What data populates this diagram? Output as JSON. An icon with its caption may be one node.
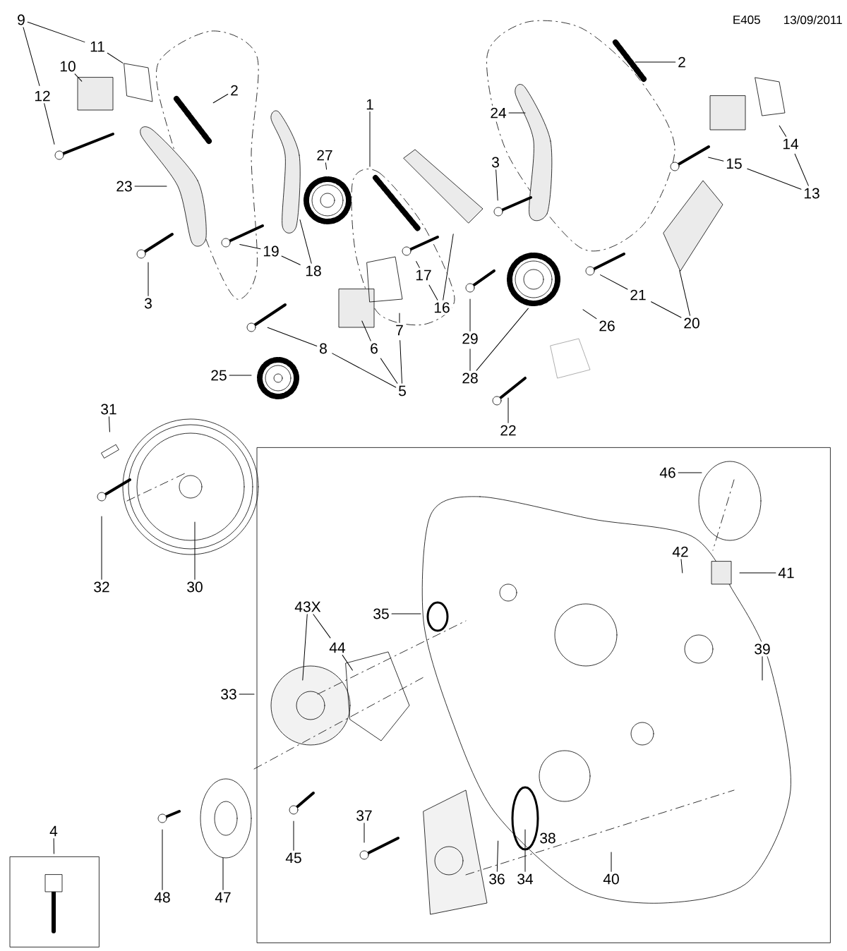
{
  "diagram": {
    "nodes": [
      {
        "text": [
          "9"
        ]
      },
      {
        "text": [
          "11"
        ]
      },
      {
        "text": [
          "10"
        ]
      },
      {
        "text": [
          "12"
        ]
      },
      {
        "text": [
          "2"
        ]
      },
      {
        "text": [
          "23"
        ]
      },
      {
        "text": [
          "3"
        ]
      },
      {
        "text": [
          "19"
        ]
      },
      {
        "text": [
          "18"
        ]
      },
      {
        "text": [
          "27"
        ]
      },
      {
        "text": [
          "1"
        ]
      },
      {
        "text": [
          "8"
        ]
      },
      {
        "text": [
          "6"
        ]
      },
      {
        "text": [
          "7"
        ]
      },
      {
        "text": [
          "5"
        ]
      },
      {
        "text": [
          "25"
        ]
      },
      {
        "text": [
          "31"
        ]
      },
      {
        "text": [
          "32"
        ]
      },
      {
        "text": [
          "30"
        ]
      },
      {
        "text": [
          "2"
        ]
      },
      {
        "text": [
          "24"
        ]
      },
      {
        "text": [
          "3"
        ]
      },
      {
        "text": [
          "14"
        ]
      },
      {
        "text": [
          "15"
        ]
      },
      {
        "text": [
          "13"
        ]
      },
      {
        "text": [
          "17"
        ]
      },
      {
        "text": [
          "16"
        ]
      },
      {
        "text": [
          "29"
        ]
      },
      {
        "text": [
          "28"
        ]
      },
      {
        "text": [
          "26"
        ]
      },
      {
        "text": [
          "21"
        ]
      },
      {
        "text": [
          "20"
        ]
      },
      {
        "text": [
          "22"
        ]
      },
      {
        "text": [],
        "shape": "box"
      },
      {
        "text": [
          "46"
        ],
        "in": 33
      },
      {
        "text": [
          "42"
        ],
        "in": 33
      },
      {
        "text": [
          "41"
        ],
        "in": 33
      },
      {
        "text": [
          "35"
        ],
        "in": 33
      },
      {
        "text": [
          "39"
        ],
        "in": 33
      },
      {
        "text": [
          "43X"
        ],
        "in": 33
      },
      {
        "text": [
          "44"
        ],
        "in": 33
      },
      {
        "text": [
          "33"
        ]
      },
      {
        "text": [
          "45"
        ],
        "in": 33
      },
      {
        "text": [
          "37"
        ],
        "in": 33
      },
      {
        "text": [
          "36"
        ],
        "in": 33
      },
      {
        "text": [
          "34"
        ],
        "in": 33
      },
      {
        "text": [
          "40"
        ],
        "in": 33
      },
      {
        "text": [
          "48"
        ]
      },
      {
        "text": [
          "47"
        ]
      },
      {
        "text": [
          "4"
        ]
      },
      {
        "text": [],
        "shape": "box"
      }
    ],
    "edges": [
      {
        "from": 0,
        "to": 1,
        "arrow": "none"
      },
      {
        "from": 0,
        "to": 3,
        "arrow": "none"
      },
      {
        "from": 1,
        "to": null,
        "arrow": "none"
      },
      {
        "from": 2,
        "to": null,
        "arrow": "none"
      },
      {
        "from": 3,
        "to": null,
        "arrow": "none"
      },
      {
        "from": 4,
        "to": null,
        "arrow": "none"
      },
      {
        "from": 5,
        "to": null,
        "arrow": "none"
      },
      {
        "from": 6,
        "to": null,
        "arrow": "none"
      },
      {
        "from": 7,
        "to": 8,
        "arrow": "none"
      },
      {
        "from": 7,
        "to": null,
        "arrow": "none"
      },
      {
        "from": 8,
        "to": null,
        "arrow": "none"
      },
      {
        "from": 9,
        "to": null,
        "arrow": "none"
      },
      {
        "from": 10,
        "to": null,
        "arrow": "none"
      },
      {
        "from": 14,
        "to": 11,
        "arrow": "none"
      },
      {
        "from": 14,
        "to": 12,
        "arrow": "none"
      },
      {
        "from": 14,
        "to": 13,
        "arrow": "none"
      },
      {
        "from": 11,
        "to": null,
        "arrow": "none"
      },
      {
        "from": 12,
        "to": null,
        "arrow": "none"
      },
      {
        "from": 13,
        "to": null,
        "arrow": "none"
      },
      {
        "from": 15,
        "to": null,
        "arrow": "none"
      },
      {
        "from": 16,
        "to": null,
        "arrow": "none"
      },
      {
        "from": 17,
        "to": null,
        "arrow": "none"
      },
      {
        "from": 18,
        "to": null,
        "arrow": "none"
      },
      {
        "from": 19,
        "to": null,
        "arrow": "none"
      },
      {
        "from": 20,
        "to": null,
        "arrow": "none"
      },
      {
        "from": 21,
        "to": null,
        "arrow": "none"
      },
      {
        "from": 24,
        "to": 22,
        "arrow": "none"
      },
      {
        "from": 24,
        "to": 23,
        "arrow": "none"
      },
      {
        "from": 22,
        "to": null,
        "arrow": "none"
      },
      {
        "from": 23,
        "to": null,
        "arrow": "none"
      },
      {
        "from": 26,
        "to": 25,
        "arrow": "none"
      },
      {
        "from": 25,
        "to": null,
        "arrow": "none"
      },
      {
        "from": 26,
        "to": null,
        "arrow": "none"
      },
      {
        "from": 28,
        "to": 27,
        "arrow": "none"
      },
      {
        "from": 27,
        "to": null,
        "arrow": "none"
      },
      {
        "from": 28,
        "to": null,
        "arrow": "none"
      },
      {
        "from": 29,
        "to": null,
        "arrow": "none"
      },
      {
        "from": 31,
        "to": 30,
        "arrow": "none"
      },
      {
        "from": 30,
        "to": null,
        "arrow": "none"
      },
      {
        "from": 31,
        "to": null,
        "arrow": "none"
      },
      {
        "from": 32,
        "to": null,
        "arrow": "none"
      },
      {
        "from": 34,
        "to": null,
        "arrow": "none"
      },
      {
        "from": 35,
        "to": null,
        "arrow": "none"
      },
      {
        "from": 36,
        "to": null,
        "arrow": "none"
      },
      {
        "from": 37,
        "to": null,
        "arrow": "none"
      },
      {
        "from": 38,
        "to": null,
        "arrow": "none"
      },
      {
        "from": 39,
        "to": 40,
        "arrow": "none"
      },
      {
        "from": 39,
        "to": null,
        "arrow": "none"
      },
      {
        "from": 40,
        "to": null,
        "arrow": "none"
      },
      {
        "from": 41,
        "to": 33,
        "arrow": "none"
      },
      {
        "from": 42,
        "to": null,
        "arrow": "none"
      },
      {
        "from": 43,
        "to": null,
        "arrow": "none"
      },
      {
        "from": 44,
        "to": null,
        "arrow": "none"
      },
      {
        "from": 45,
        "to": null,
        "arrow": "none"
      },
      {
        "from": 46,
        "to": null,
        "arrow": "none"
      },
      {
        "from": 47,
        "to": null,
        "arrow": "none"
      },
      {
        "from": 48,
        "to": null,
        "arrow": "none"
      },
      {
        "from": 49,
        "to": 50,
        "arrow": "none"
      }
    ],
    "labels": [
      "E405",
      "13/09/2011",
      "38"
    ]
  }
}
